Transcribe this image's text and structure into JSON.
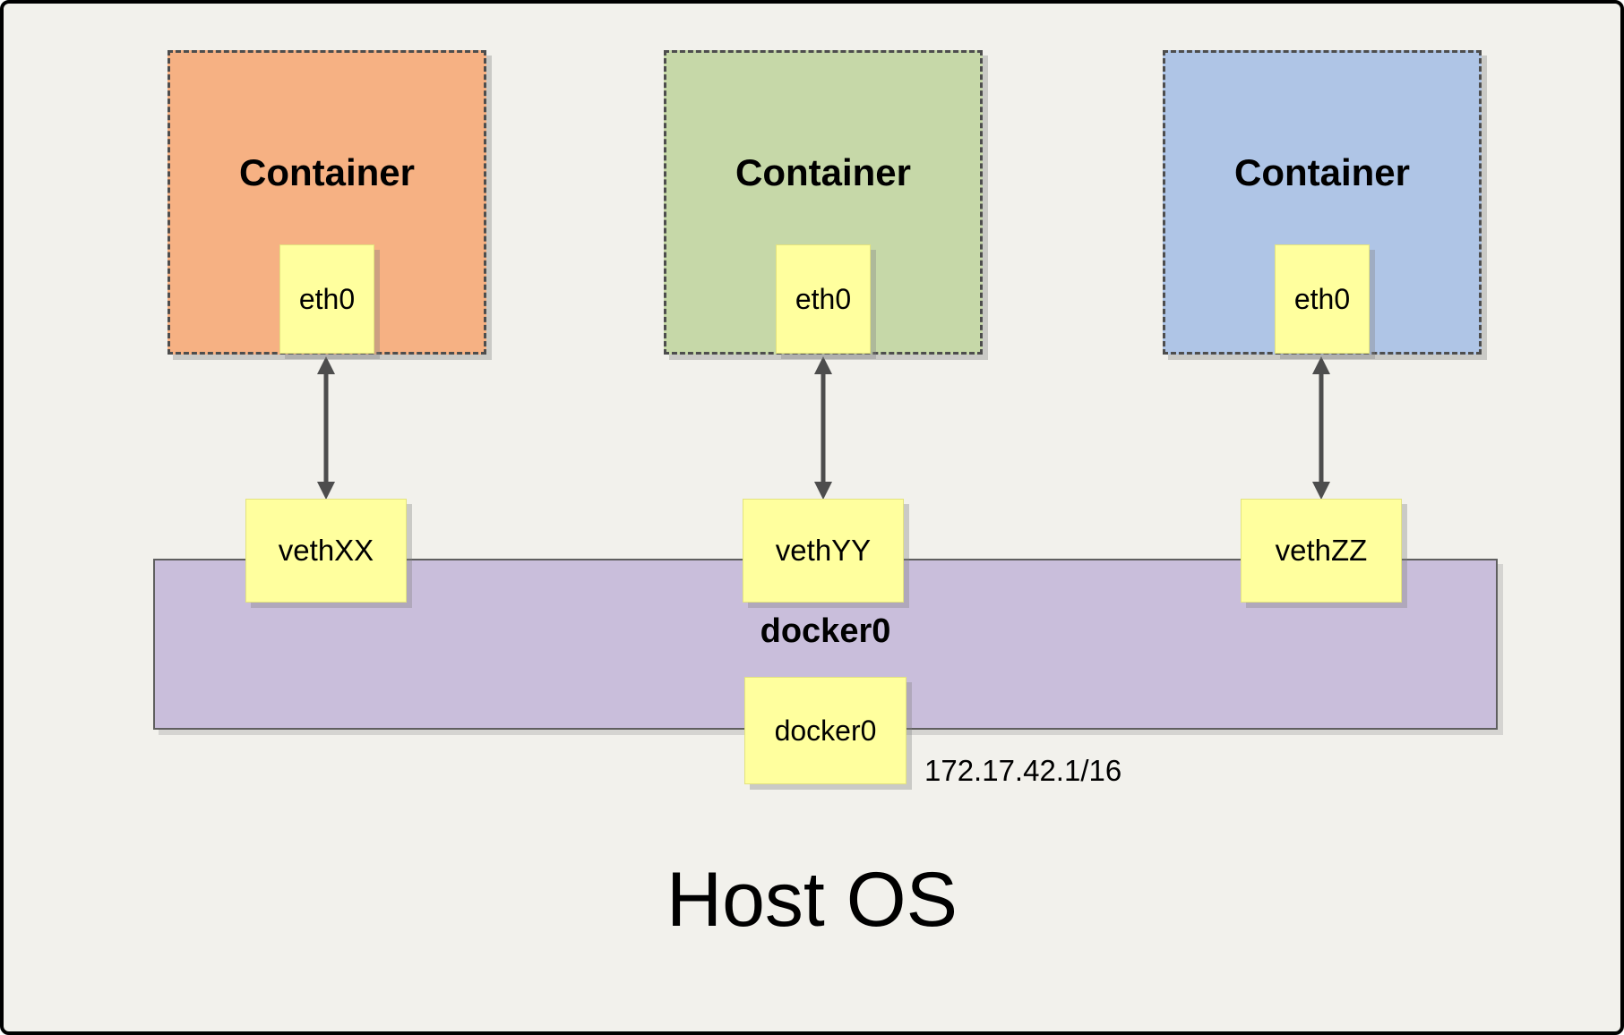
{
  "title": "Host OS",
  "containers": [
    {
      "label": "Container",
      "interface": "eth0",
      "veth": "vethXX",
      "color": "#f6b183"
    },
    {
      "label": "Container",
      "interface": "eth0",
      "veth": "vethYY",
      "color": "#c6d8a8"
    },
    {
      "label": "Container",
      "interface": "eth0",
      "veth": "vethZZ",
      "color": "#afc5e6"
    }
  ],
  "bridge": {
    "label": "docker0",
    "interface": "docker0",
    "ip": "172.17.42.1/16",
    "color": "#c9bedb"
  },
  "note_color": "#ffff9e",
  "background_color": "#f2f1ec"
}
